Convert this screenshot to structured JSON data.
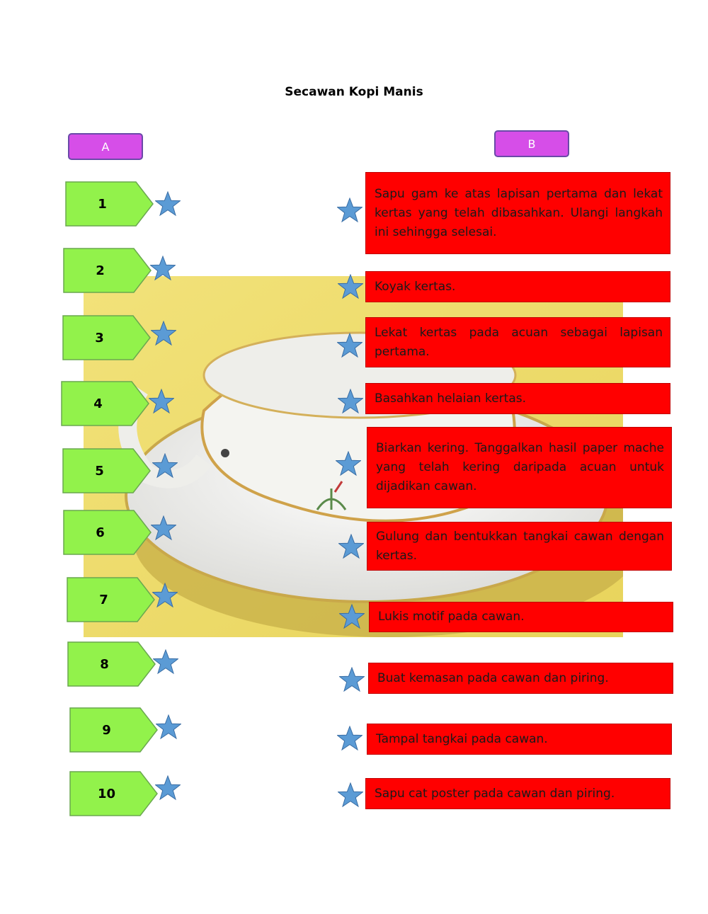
{
  "title": "Secawan Kopi Manis",
  "column_a_label": "A",
  "column_b_label": "B",
  "left_items": [
    "1",
    "2",
    "3",
    "4",
    "5",
    "6",
    "7",
    "8",
    "9",
    "10"
  ],
  "right_items": [
    "Sapu gam ke atas lapisan pertama dan lekat kertas yang telah dibasahkan. Ulangi langkah ini sehingga selesai.",
    "Koyak kertas.",
    "Lekat kertas pada acuan sebagai lapisan pertama.",
    "Basahkan helaian kertas.",
    "Biarkan kering. Tanggalkan hasil paper mache yang telah kering daripada acuan untuk dijadikan cawan.",
    "Gulung dan bentukkan tangkai cawan dengan kertas.",
    "Lukis motif pada cawan.",
    "Buat kemasan pada cawan dan piring.",
    "Tampal tangkai pada cawan.",
    "Sapu cat poster pada cawan dan piring."
  ],
  "colors": {
    "header_fill": "#d64ee8",
    "arrow_fill": "#92f24b",
    "answer_fill": "#ff0000",
    "star_fill": "#5b9bd5"
  },
  "icons": {
    "star": "star-icon",
    "photo": "paper-mache-cup-photo"
  }
}
